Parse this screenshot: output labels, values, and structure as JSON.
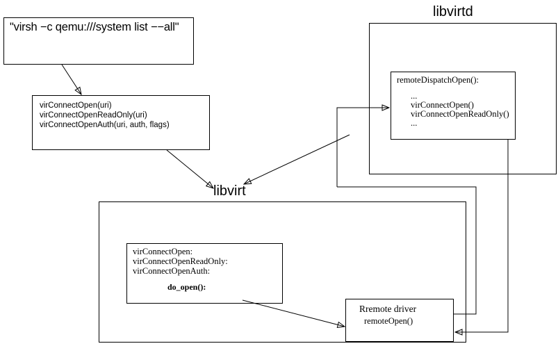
{
  "diagram": {
    "title_hidden": "libvirt connection open call flow",
    "nodes": {
      "command_box": {
        "label": "\"virsh −c qemu:///system list −−all\""
      },
      "api_box": {
        "line1": "virConnectOpen(uri)",
        "line2": "virConnectOpenReadOnly(uri)",
        "line3": "virConnectOpenAuth(uri, auth, flags)"
      },
      "libvirt_layer": {
        "label": "libvirt"
      },
      "libvirtd_layer": {
        "label": "libvirtd"
      },
      "libvirt_impl_box": {
        "line1": "virConnectOpen:",
        "line2": "virConnectOpenReadOnly:",
        "line3": "virConnectOpenAuth:",
        "line4": "",
        "line5": "do_open():"
      },
      "remote_driver_box": {
        "title": "Rremote driver",
        "subtitle": "remoteOpen()"
      },
      "remote_dispatch_box": {
        "title": "remoteDispatchOpen():",
        "line1": "...",
        "line2": "virConnectOpen()",
        "line3": "virConnectOpenReadOnly()",
        "line4": "..."
      }
    },
    "colors": {
      "stroke": "#000000",
      "background": "#ffffff",
      "text": "#000000"
    }
  }
}
